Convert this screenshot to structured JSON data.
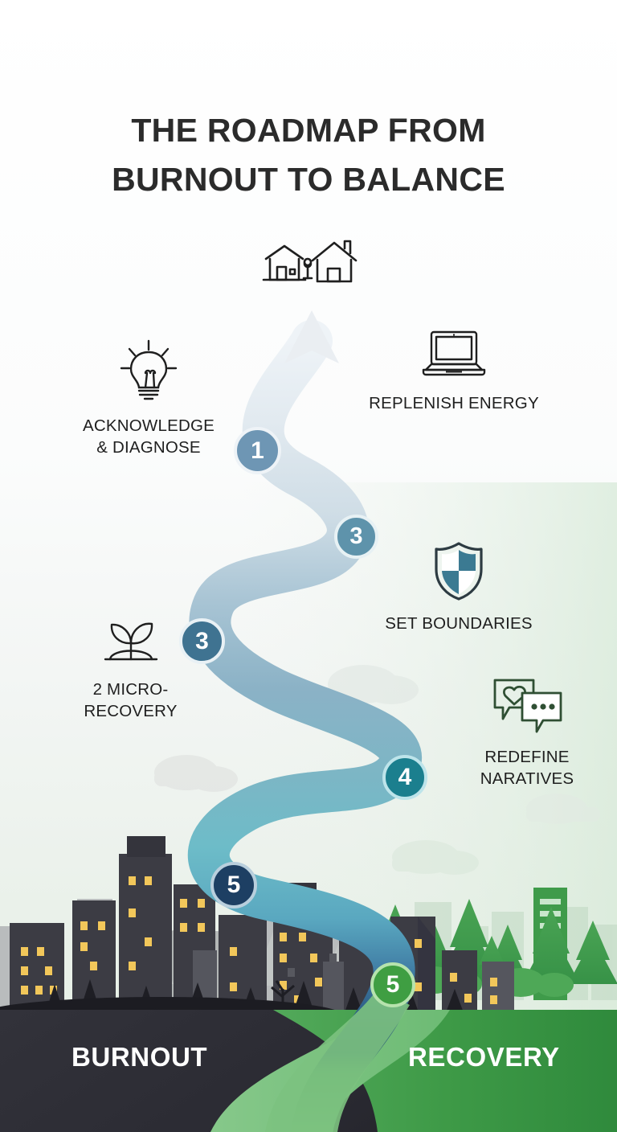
{
  "title": {
    "line1": "THE ROADMAP FROM",
    "line2": "BURNOUT TO BALANCE"
  },
  "steps": [
    {
      "id": "acknowledge",
      "icon": "lightbulb-icon",
      "caption": "ACKNOWLEDGE\n& DIAGNOSE"
    },
    {
      "id": "replenish",
      "icon": "laptop-icon",
      "caption": "REPLENISH ENERGY"
    },
    {
      "id": "micro-recovery",
      "icon": "sprout-icon",
      "caption": "2 MICRO-\nRECOVERY"
    },
    {
      "id": "boundaries",
      "icon": "shield-icon",
      "caption": "SET BOUNDARIES"
    },
    {
      "id": "narratives",
      "icon": "speech-bubbles-icon",
      "caption": "REDEFINE\nNARATIVES"
    }
  ],
  "markers": [
    {
      "label": "1",
      "color": "#6e96b4"
    },
    {
      "label": "3",
      "color": "#5e93ab"
    },
    {
      "label": "3",
      "color": "#3f7391"
    },
    {
      "label": "4",
      "color": "#1b7f8e"
    },
    {
      "label": "5",
      "color": "#1d3f63"
    },
    {
      "label": "5",
      "color": "#3f9e42"
    }
  ],
  "banner": {
    "left_label": "BURNOUT",
    "right_label": "RECOVERY"
  },
  "top_icon": "two-houses-with-tree-icon",
  "path_arrow": "up-arrow-icon",
  "colors": {
    "title_text": "#2b2b2b",
    "caption_text": "#1f1f1f",
    "burnout_dark": "#2e2e35",
    "recovery_green": "#3f9e42",
    "path_top": "#e3ebf1",
    "path_mid": "#7fb3c6",
    "path_teal": "#6fc0cb",
    "path_blue": "#3f7ba3",
    "path_navy": "#1d4a70",
    "path_green_light": "#76c07a",
    "window_light": "#f2c75a"
  }
}
